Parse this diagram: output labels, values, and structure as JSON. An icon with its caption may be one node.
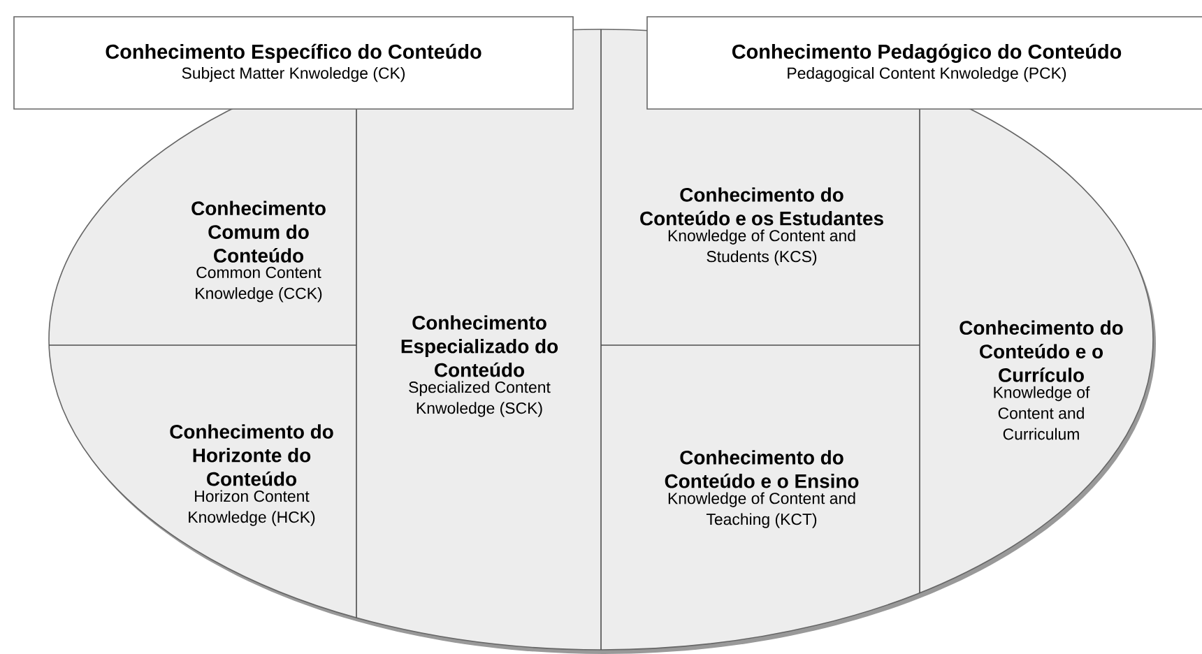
{
  "diagram": {
    "nodes": [
      {
        "text": [
          "Conhecimento Específico do Conteúdo",
          "Subject Matter Knwoledge (CK)"
        ]
      },
      {
        "text": [
          "Conhecimento Pedagógico do Conteúdo",
          "Pedagogical Content Knwoledge (PCK)"
        ]
      },
      {
        "text": [
          "Conhecimento Comum do Conteúdo",
          "Common Content Knowledge (CCK)"
        ]
      },
      {
        "text": [
          "Conhecimento Especializado do Conteúdo",
          "Specialized Content Knwoledge (SCK)"
        ]
      },
      {
        "text": [
          "Conhecimento do Conteúdo e os Estudantes",
          "Knowledge of Content and Students (KCS)"
        ]
      },
      {
        "text": [
          "Conhecimento do Conteúdo e o Currículo",
          "Knowledge of Content and Curriculum"
        ]
      },
      {
        "text": [
          "Conhecimento do Horizonte do Conteúdo",
          "Horizon Content Knowledge (HCK)"
        ]
      },
      {
        "text": [
          "Conhecimento do Conteúdo e o Ensino",
          "Knowledge of Content and Teaching (KCT)"
        ]
      }
    ]
  }
}
